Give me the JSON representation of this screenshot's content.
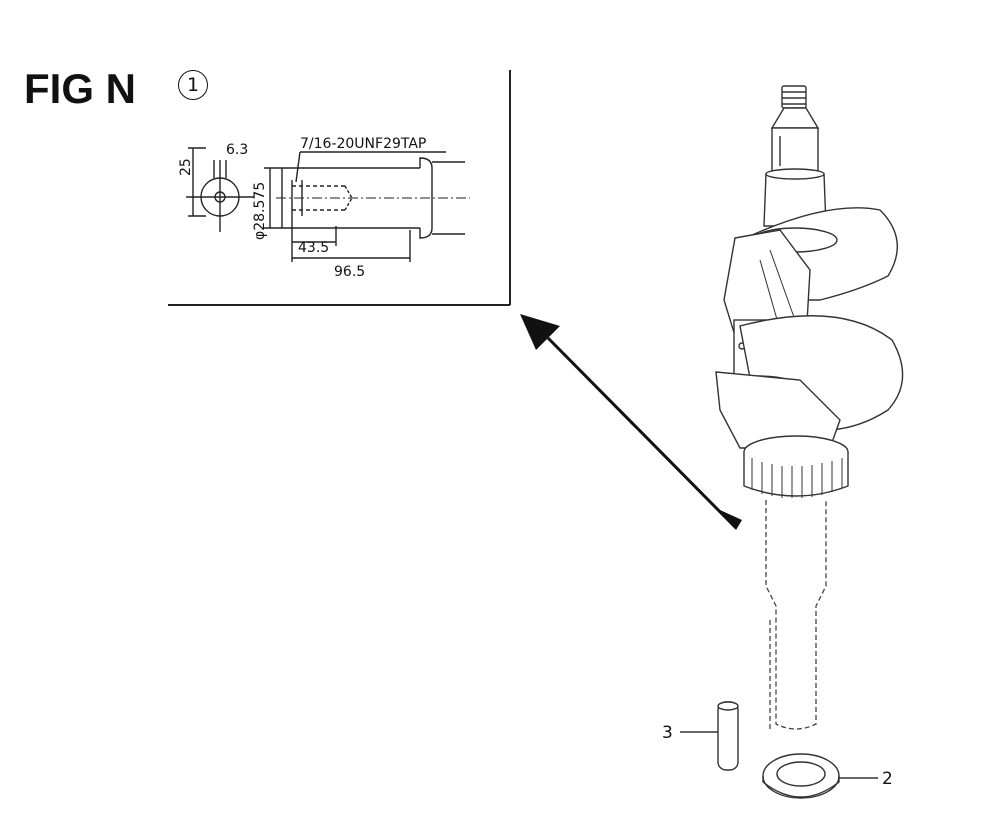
{
  "figure": {
    "title": "FIG N",
    "callout": "1"
  },
  "detail": {
    "thread_spec": "7/16-20UNF29TAP",
    "dims": {
      "key_width": "6.3",
      "key_depth": "25",
      "shaft_diameter": "φ28.575",
      "tap_depth": "43.5",
      "shaft_length": "96.5"
    }
  },
  "parts": {
    "callouts": [
      {
        "id": "pin",
        "label": "3"
      },
      {
        "id": "washer",
        "label": "2"
      }
    ]
  }
}
